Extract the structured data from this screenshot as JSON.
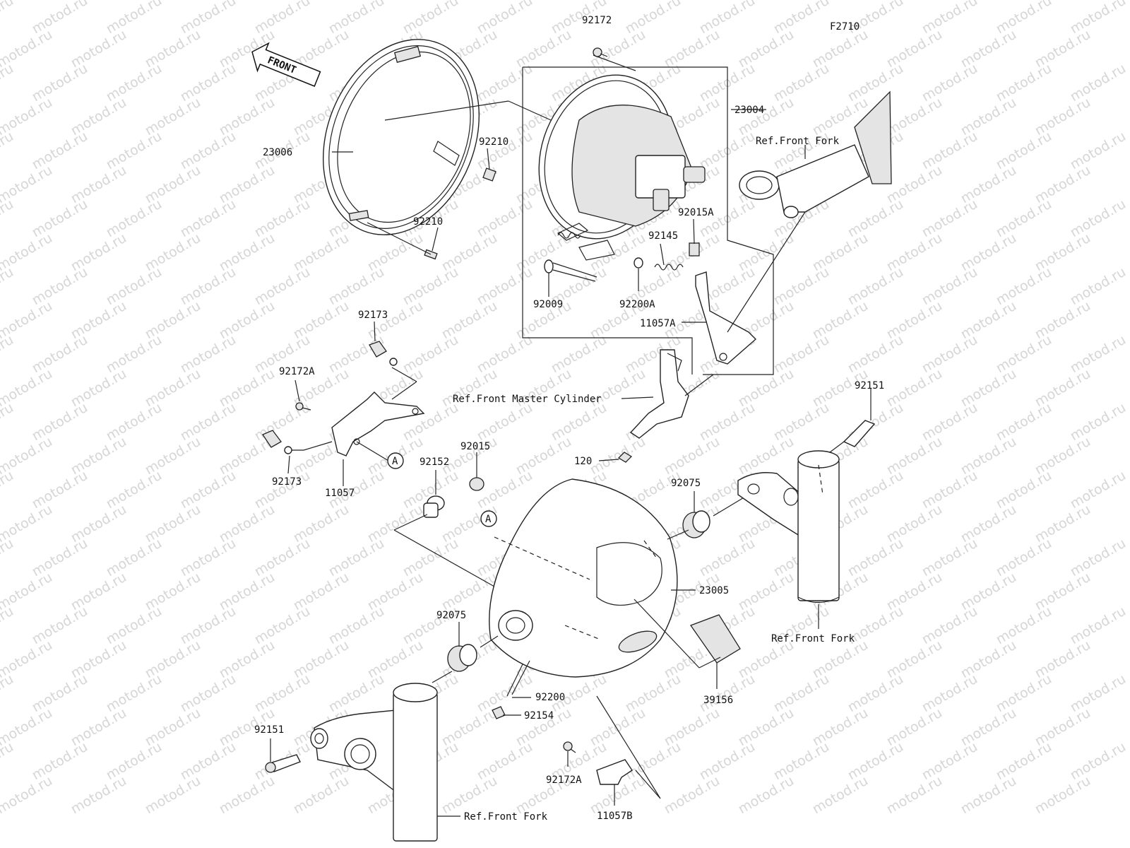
{
  "figure_code": "F2710",
  "watermark": "motod.ru",
  "direction_label": "FRONT",
  "callout_letter": "A",
  "labels": {
    "p92172_top": "92172",
    "p23004": "23004",
    "p23006": "23006",
    "p92210_a": "92210",
    "p92210_b": "92210",
    "ref_front_fork_top": "Ref.Front Fork",
    "p92015A": "92015A",
    "p92145": "92145",
    "p92009": "92009",
    "p92200A": "92200A",
    "p11057A": "11057A",
    "p92173_top": "92173",
    "p92172A_left": "92172A",
    "p92173_bottom": "92173",
    "p11057": "11057",
    "ref_front_master_cylinder": "Ref.Front Master Cylinder",
    "p120": "120",
    "p92151_right": "92151",
    "p92152": "92152",
    "p92015": "92015",
    "p92075_right": "92075",
    "p23005": "23005",
    "ref_front_fork_right": "Ref.Front Fork",
    "p92075_left": "92075",
    "p39156": "39156",
    "p92200": "92200",
    "p92154": "92154",
    "p92151_left": "92151",
    "p92172A_bottom": "92172A",
    "p11057B": "11057B",
    "ref_front_fork_bottom": "Ref.Front Fork"
  }
}
